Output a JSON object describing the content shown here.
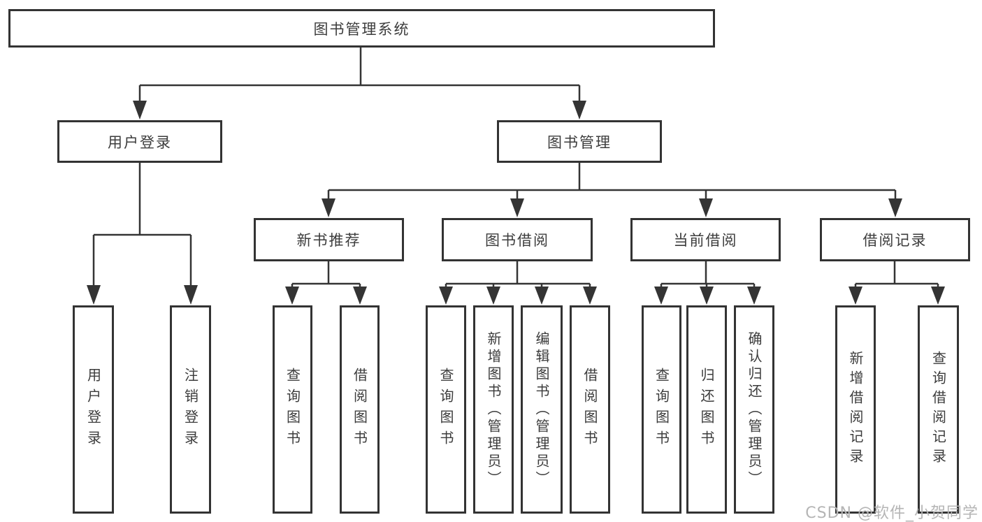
{
  "diagram": {
    "root": {
      "label": "图书管理系统"
    },
    "level2": [
      {
        "label": "用户登录"
      },
      {
        "label": "图书管理"
      }
    ],
    "level3": [
      {
        "label": "新书推荐"
      },
      {
        "label": "图书借阅"
      },
      {
        "label": "当前借阅"
      },
      {
        "label": "借阅记录"
      }
    ],
    "leaves": [
      {
        "label": "用户登录"
      },
      {
        "label": "注销登录"
      },
      {
        "label": "查询图书"
      },
      {
        "label": "借阅图书"
      },
      {
        "label": "查询图书"
      },
      {
        "label": "新增图书（管理员）"
      },
      {
        "label": "编辑图书（管理员）"
      },
      {
        "label": "借阅图书"
      },
      {
        "label": "查询图书"
      },
      {
        "label": "归还图书"
      },
      {
        "label": "确认归还（管理员）"
      },
      {
        "label": "新增借阅记录"
      },
      {
        "label": "查询借阅记录"
      }
    ]
  },
  "watermark": {
    "text": "CSDN @软件_小贺同学"
  },
  "colors": {
    "line": "#343434",
    "box_border": "#333333",
    "text": "#3c3c3c",
    "watermark": "#b5b5b5",
    "background": "#ffffff"
  }
}
